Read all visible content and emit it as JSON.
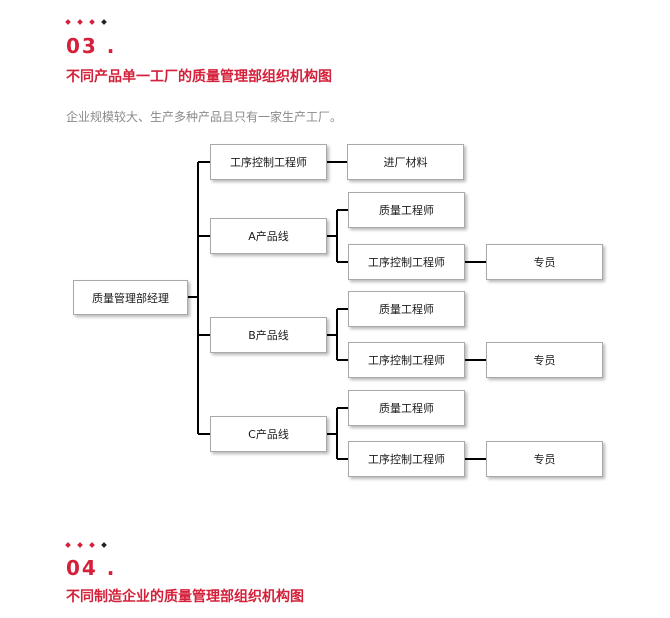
{
  "colors": {
    "accent": "#d4203a",
    "dark_dot": "#222222",
    "muted_text": "#8a8a8a",
    "node_border": "#a9a9a9"
  },
  "section3": {
    "number": "03 .",
    "title": "不同产品单一工厂的质量管理部组织机构图",
    "intro": "企业规模较大、生产多种产品且只有一家生产工厂。"
  },
  "org_chart": {
    "root": "质量管理部经理",
    "process_engineer": "工序控制工程师",
    "incoming_material": "进厂材料",
    "line_a": "A产品线",
    "line_b": "B产品线",
    "line_c": "C产品线",
    "quality_engineer": "质量工程师",
    "specialist": "专员"
  },
  "section4": {
    "number": "04 .",
    "title": "不同制造企业的质量管理部组织机构图"
  }
}
